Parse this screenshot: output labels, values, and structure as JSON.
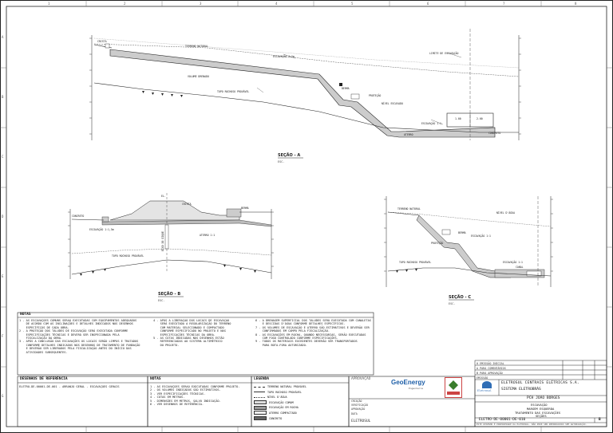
{
  "sections": {
    "a": {
      "title": "SEÇÃO - A",
      "scale": "ESC.",
      "labels": {
        "terrain": "TERRENO NATURAL",
        "excavation_top": "ESCAVAÇÃO 1:2m",
        "dewatering": "VOLUME DRENADO",
        "rock_top": "TOPO ROCHOSO PROVÁVEL",
        "water_level": "NÍVEL ESCAVADO",
        "excav_limit": "ESCAVAÇÃO 1:1",
        "crest": "CRISTA",
        "channel_a": "1.00",
        "channel_b": "2.00",
        "note_lim": "LIMITE DE ESCAVAÇÃO",
        "prot": "PROTEÇÃO",
        "berm": "BERMA",
        "concrete": "CONCRETO",
        "fill": "ATERRO"
      }
    },
    "b": {
      "title": "SEÇÃO - B",
      "scale": "ESC.",
      "labels": {
        "top": "EL.",
        "crest": "CRISTA",
        "left_slope": "ESCAVAÇÃO 1:1,5m",
        "right_slope": "ATERRO 1:1",
        "axis": "EIXO DO DIQUE",
        "rock": "TOPO ROCHOSO PROVÁVEL",
        "berm": "BERMA",
        "concrete": "CONCRETO"
      }
    },
    "c": {
      "title": "SEÇÃO - C",
      "scale": "ESC.",
      "labels": {
        "terrain": "TERRENO NATURAL",
        "excav": "ESCAVAÇÃO 1:1",
        "rock": "TOPO ROCHOSO PROVÁVEL",
        "level": "NÍVEL D'ÁGUA",
        "berm": "BERMA",
        "excav_right": "ESCAVAÇÃO 1:1",
        "prot": "PROTEÇÃO",
        "channel": "CANAL"
      }
    }
  },
  "border": {
    "col_numbers": [
      "1",
      "2",
      "3",
      "4",
      "5",
      "6",
      "7",
      "8"
    ],
    "row_letters": [
      "A",
      "B",
      "C",
      "D",
      "E",
      "F",
      "G"
    ]
  },
  "notes": {
    "heading": "NOTAS",
    "col1": "1 - AS ESCAVAÇÕES COMUNS SERÃO EXECUTADAS COM EQUIPAMENTOS ADEQUADOS\n    DE ACORDO COM AS INCLINAÇÕES E DETALHES INDICADOS NOS DESENHOS\n    ESPECÍFICOS DE CADA OBRA.\n2 - A PROTEÇÃO DOS TALUDES DE ESCAVAÇÃO SERÁ EXECUTADA CONFORME\n    ESPECIFICAÇÕES TÉCNICAS E DEVERÁ SER INSPECIONADA PELA\n    FISCALIZAÇÃO DA OBRA.\n3 - APÓS A CONCLUSÃO DAS ESCAVAÇÕES OS LOCAIS SERÃO LIMPOS E TRATADOS\n    CONFORME DETALHES INDICADOS NOS DESENHOS DE TRATAMENTO DE FUNDAÇÃO\n    E DEVERÃO SER LIBERADOS PELA FISCALIZAÇÃO ANTES DO INÍCIO DAS\n    ATIVIDADES SUBSEQUENTES.",
    "col2": "4 - APÓS A LIBERAÇÃO DOS LOCAIS DE ESCAVAÇÃO\n    SERÁ EXECUTADA A REGULARIZAÇÃO DO TERRENO\n    COM MATERIAL SELECIONADO E COMPACTADO\n    CONFORME ESPECIFICADO NO PROJETO E NAS\n    ESPECIFICAÇÕES TÉCNICAS DA OBRA.\n5 - AS COTAS INDICADAS NOS DESENHOS ESTÃO\n    REFERENCIADAS AO SISTEMA ALTIMÉTRICO\n    DO PROJETO.",
    "col3": "6 - A DRENAGEM SUPERFICIAL DOS TALUDES SERÁ EXECUTADA COM CANALETAS\n    E DESCIDAS D'ÁGUA CONFORME DETALHES ESPECÍFICOS.\n7 - OS VOLUMES DE ESCAVAÇÃO E ATERRO SÃO ESTIMATIVOS E DEVERÃO SER\n    CONFIRMADOS EM CAMPO PELA FISCALIZAÇÃO.\n8 - AS ESCAVAÇÕES EM ROCHA, QUANDO NECESSÁRIAS, SERÃO EXECUTADAS\n    COM FOGO CONTROLADO CONFORME ESPECIFICAÇÕES.\n9 - TODOS OS MATERIAIS EXCEDENTES DEVERÃO SER TRANSPORTADOS\n    PARA BOTA-FORA AUTORIZADO."
  },
  "reference": {
    "heading": "DESENHOS DE REFERÊNCIA",
    "items": "ELETRO-DE-00001-DE-001 - ARRANJO GERAL - ESCAVAÇÕES GERAIS"
  },
  "notes2": {
    "heading": "NOTAS",
    "text": "1 - AS ESCAVAÇÕES SERÃO EXECUTADAS CONFORME PROJETO.\n2 - OS VOLUMES INDICADOS SÃO ESTIMATIVOS.\n3 - VER ESPECIFICAÇÕES TÉCNICAS.\n4 - COTAS EM METROS.\n5 - DIMENSÕES EM METROS, SALVO INDICAÇÃO.\n6 - VER DESENHOS DE REFERÊNCIA."
  },
  "legend": {
    "heading": "LEGENDA",
    "items": [
      "TERRENO NATURAL PROVÁVEL",
      "TOPO ROCHOSO PROVÁVEL",
      "NÍVEL D'ÁGUA",
      "ESCAVAÇÃO COMUM",
      "ESCAVAÇÃO EM ROCHA",
      "ATERRO COMPACTADO",
      "CONCRETO"
    ]
  },
  "approval": {
    "heading": "APROVAÇÃO",
    "logo_text": "GeoEnergy",
    "logo_sub": "Engenharia",
    "rows": [
      "CRIAÇÃO",
      "VERIFICAÇÃO",
      "APROVAÇÃO",
      "DATA"
    ],
    "code": "ELETROSUL"
  },
  "revisions": {
    "rows": [
      "0   EMISSÃO INICIAL",
      "A   PARA COMENTÁRIOS",
      "B   PARA APROVAÇÃO"
    ],
    "header": "EMISSÃO"
  },
  "title_block": {
    "owner_logo": "Eletrosul",
    "owner_line1": "ELETROSUL CENTRAIS ELÉTRICAS S.A.",
    "owner_line2": "SISTEMA ELETROBRÁS",
    "plant": "PCH JOÃO BORGES",
    "discipline": "ESCAVAÇÃO",
    "desc1": "MARGEM ESQUERDA",
    "desc2": "TRATAMENTO DAS ESCAVAÇÕES",
    "desc3": "SEÇÕES",
    "drawing_no": "ELETRO-DE-00001-DE-010",
    "rev": "B",
    "footer": "ESTE DESENHO É PROPRIEDADE DA ELETROSUL. NÃO PODE SER REPRODUZIDO SEM AUTORIZAÇÃO."
  }
}
